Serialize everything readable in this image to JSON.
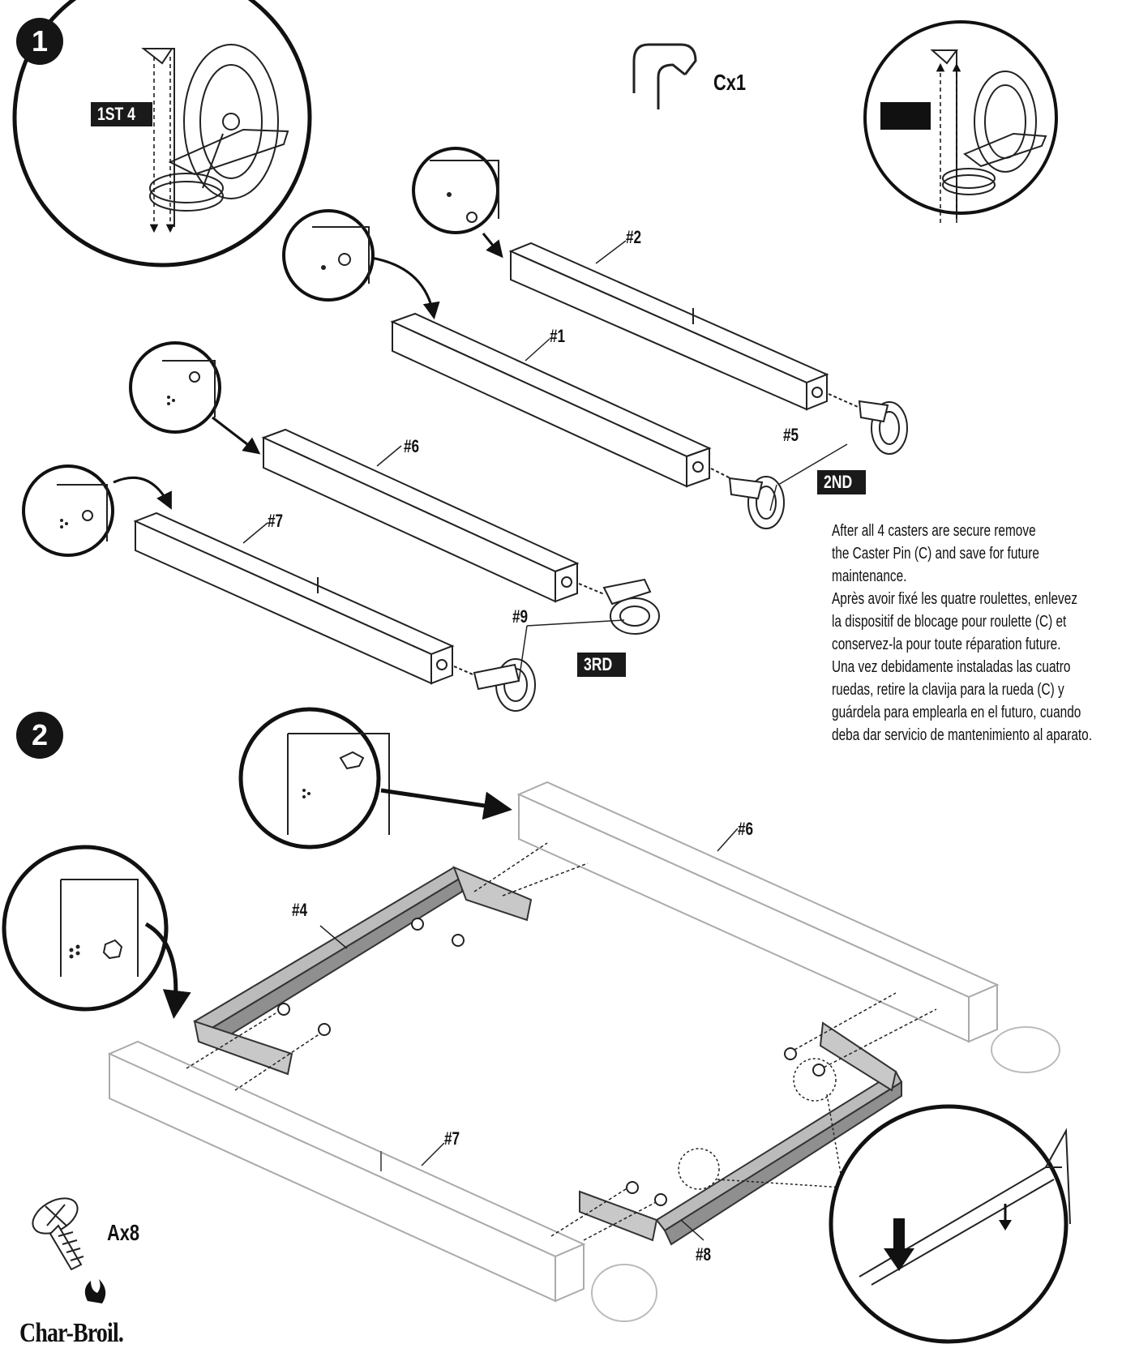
{
  "steps": {
    "step1": "1",
    "step2": "2"
  },
  "tags": {
    "first": "1ST 4",
    "second": "2ND",
    "third": "3RD"
  },
  "hardware": {
    "pin": "Cx1",
    "screw": "Ax8"
  },
  "parts": {
    "p1": "#1",
    "p2": "#2",
    "p5": "#5",
    "p6": "#6",
    "p7": "#7",
    "p9": "#9",
    "s2_p4": "#4",
    "s2_p6": "#6",
    "s2_p7": "#7",
    "s2_p8": "#8"
  },
  "instructions": {
    "en": [
      "After all 4 casters are secure remove",
      "the Caster Pin (C) and save for future",
      "maintenance."
    ],
    "fr": [
      "Après avoir fixé les quatre roulettes, enlevez",
      "la dispositif de blocage pour roulette (C) et",
      "conservez-la pour toute réparation future."
    ],
    "es": [
      "Una vez debidamente instaladas las cuatro",
      "ruedas, retire la clavija para la rueda (C) y",
      "guárdela para emplearla en el futuro, cuando",
      "deba dar servicio de mantenimiento al aparato."
    ]
  },
  "brand": "Char-Broil."
}
